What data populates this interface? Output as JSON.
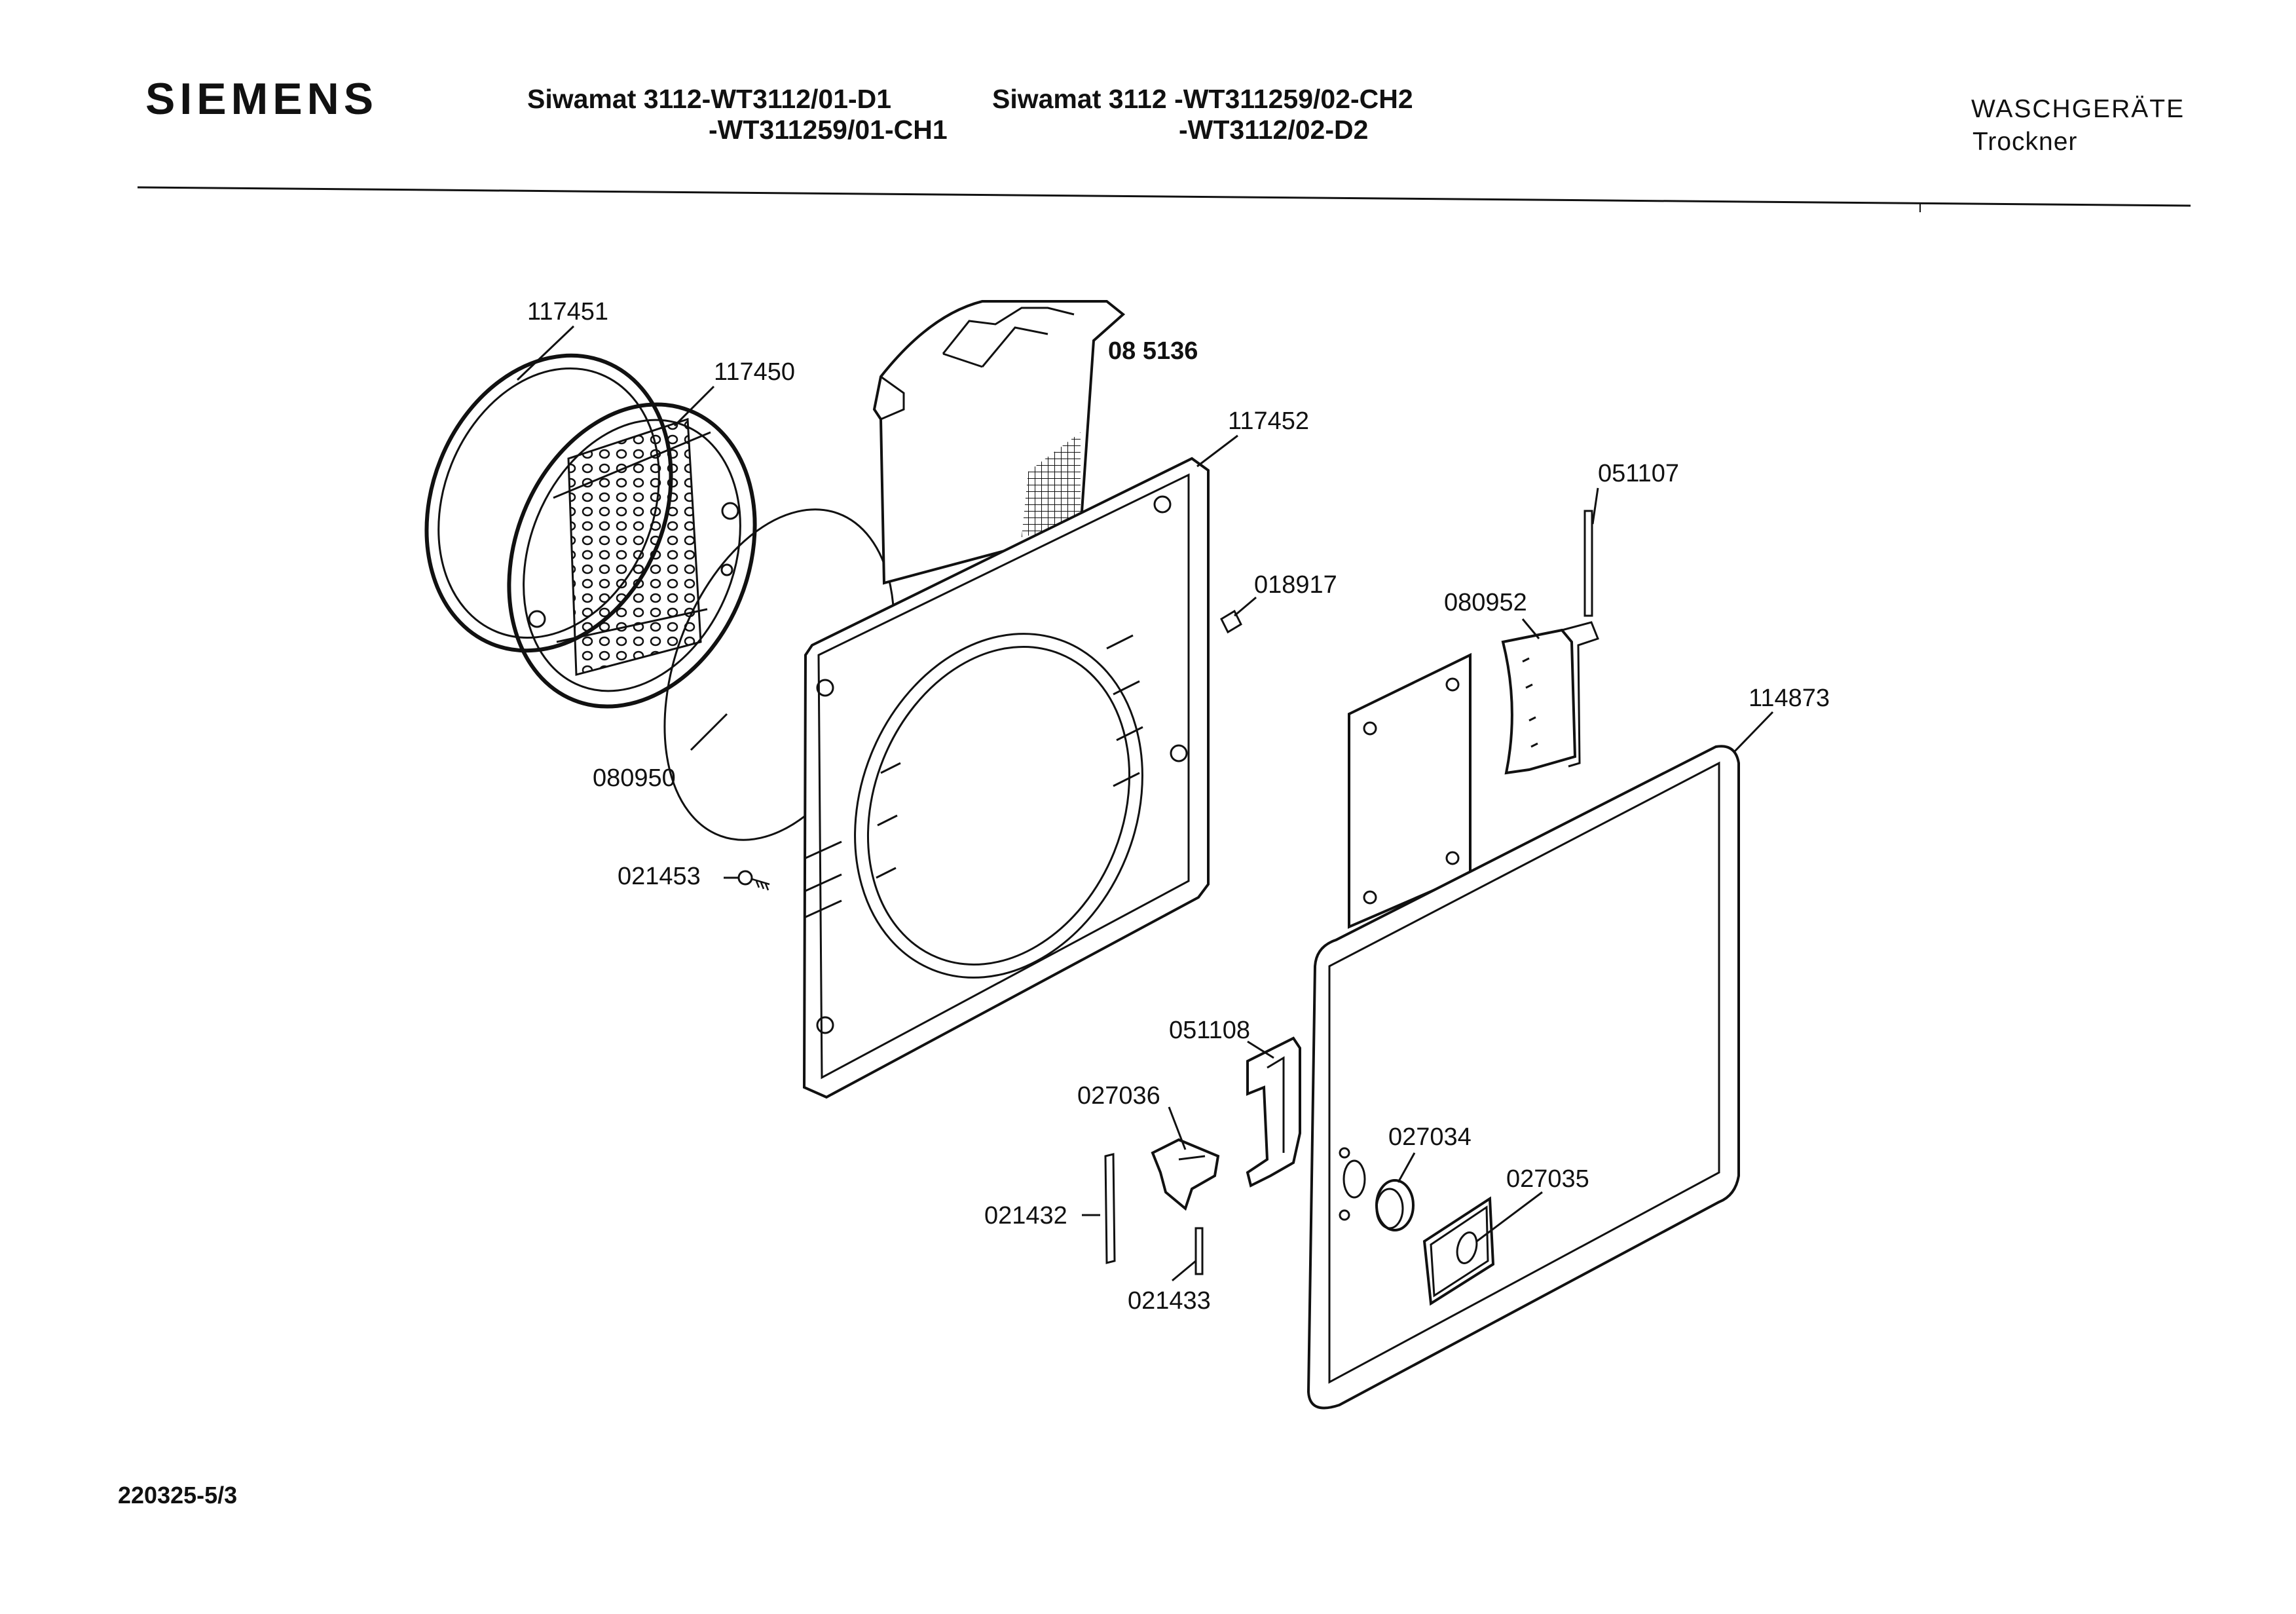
{
  "header": {
    "brand": "SIEMENS",
    "model_line_1": "Siwamat 3112-WT3112/01-D1",
    "model_line_2": "-WT311259/01-CH1",
    "model_line_3": "Siwamat 3112 -WT311259/02-CH2",
    "model_line_4": "-WT3112/02-D2",
    "category": "WASCHGERÄTE",
    "subcategory": "Trockner"
  },
  "footer": {
    "document_number": "220325-5/3"
  },
  "parts": [
    {
      "id": "117451"
    },
    {
      "id": "117450"
    },
    {
      "id": "08 5136"
    },
    {
      "id": "117452"
    },
    {
      "id": "051107"
    },
    {
      "id": "018917"
    },
    {
      "id": "080952"
    },
    {
      "id": "114873"
    },
    {
      "id": "080950"
    },
    {
      "id": "021453"
    },
    {
      "id": "051108"
    },
    {
      "id": "027036"
    },
    {
      "id": "027034"
    },
    {
      "id": "027035"
    },
    {
      "id": "021432"
    },
    {
      "id": "021433"
    }
  ]
}
